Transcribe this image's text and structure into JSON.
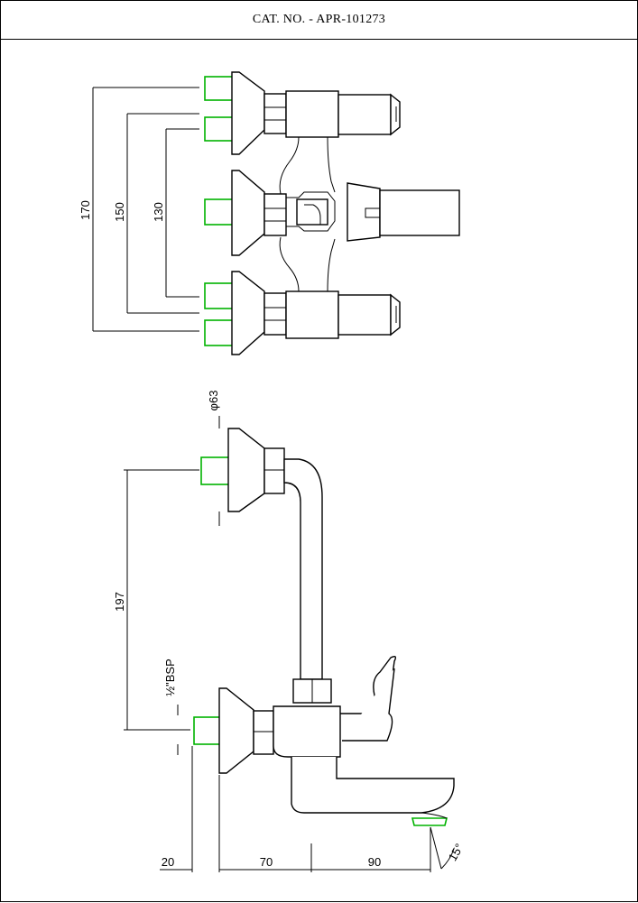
{
  "header": {
    "title": "CAT. NO. - APR-101273"
  },
  "top_view": {
    "dimensions": {
      "d170": "170",
      "d150": "150",
      "d130": "130"
    }
  },
  "side_view": {
    "dimensions": {
      "dia63": "φ63",
      "d197": "197",
      "bsp": "½\"BSP",
      "d20": "20",
      "d70": "70",
      "d90": "90",
      "angle": "15°"
    }
  },
  "colors": {
    "inlet_highlight": "#00b300",
    "line": "#000000"
  }
}
